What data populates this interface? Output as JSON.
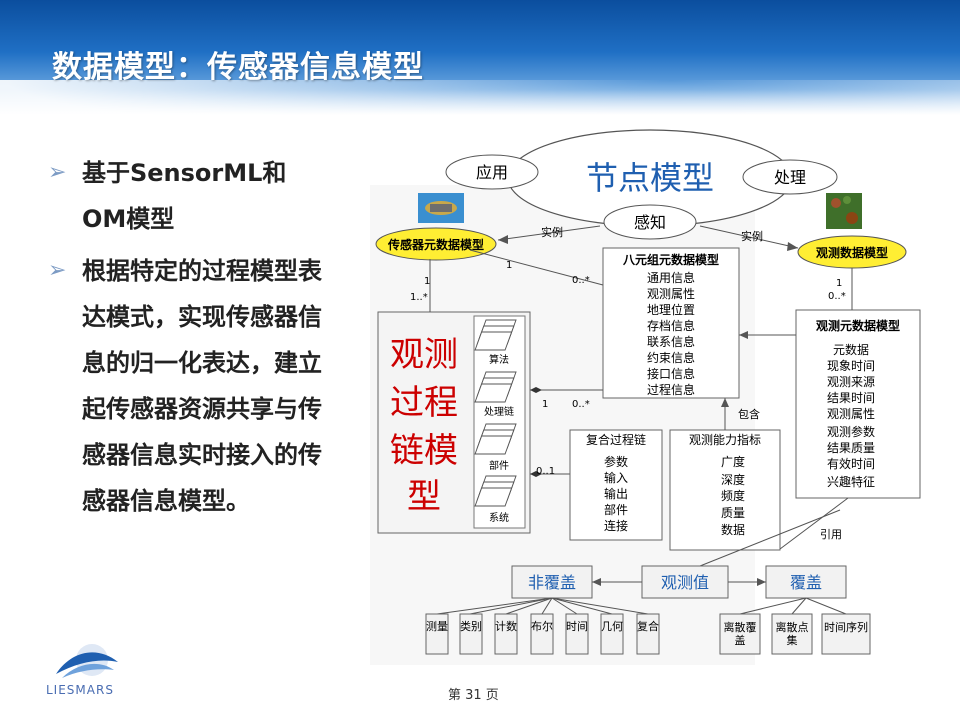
{
  "title": "数据模型：传感器信息模型",
  "bullets": [
    "基于SensorML和OM模型",
    "根据特定的过程模型表达模式，实现传感器信息的归一化表达，建立起传感器资源共享与传感器信息实时接入的传感器信息模型。"
  ],
  "diagram": {
    "node_model": "节点模型",
    "app": "应用",
    "process": "处理",
    "sense": "感知",
    "sensor_meta": "传感器元数据模型",
    "obs_data_model": "观测数据模型",
    "instance_left": "实例",
    "instance_right": "实例",
    "octet": {
      "title": "八元组元数据模型",
      "items": [
        "通用信息",
        "观测属性",
        "地理位置",
        "存档信息",
        "联系信息",
        "约束信息",
        "接口信息",
        "过程信息"
      ]
    },
    "obs_meta": {
      "title": "观测元数据模型",
      "items": [
        "元数据",
        "现象时间",
        "观测来源",
        "结果时间",
        "观测属性",
        "观测参数",
        "结果质量",
        "有效时间",
        "兴趣特征"
      ]
    },
    "chain_model": [
      "观测",
      "过程",
      "链模",
      "型"
    ],
    "chain_items": [
      "算法",
      "处理链",
      "部件",
      "系统"
    ],
    "composite": {
      "title": "复合过程链",
      "items": [
        "参数",
        "输入",
        "输出",
        "部件",
        "连接"
      ]
    },
    "capability": {
      "title": "观测能力指标",
      "items": [
        "广度",
        "深度",
        "频度",
        "质量",
        "数据"
      ]
    },
    "include": "包含",
    "reference": "引用",
    "non_cover": "非覆盖",
    "obs_value": "观测值",
    "cover": "覆盖",
    "leaves_left": [
      "测量",
      "类别",
      "计数",
      "布尔",
      "时间",
      "几何",
      "复合"
    ],
    "leaves_right": [
      "离散覆盖",
      "离散点集",
      "时间序列"
    ],
    "mult": {
      "one_a": "1",
      "one_star_a": "1..*",
      "one_b": "1",
      "zero_star_a": "0..*",
      "one_c": "1",
      "zero_star_b": "0..*",
      "zero_one": "0..1",
      "one_d": "1",
      "zero_star_c": "0..*"
    }
  },
  "logo_text": "LIESMARS",
  "footer": "第 31 页",
  "colors": {
    "header": "#1f6fc4",
    "chain_text": "#cc0000",
    "yellow": "#ffee33",
    "node_model_text": "#1f5fb0"
  }
}
